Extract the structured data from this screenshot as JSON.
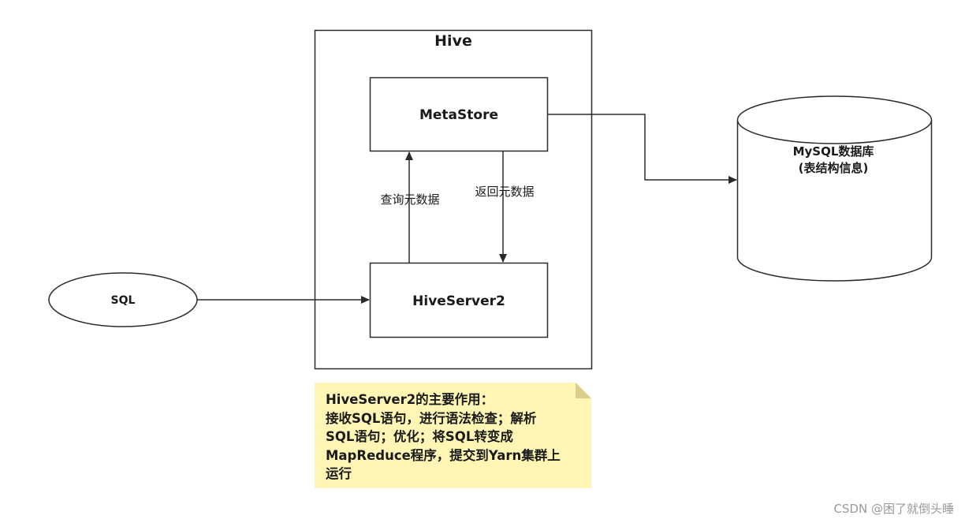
{
  "hive_box": {
    "title": "Hive"
  },
  "metastore": {
    "label": "MetaStore"
  },
  "hiveserver2": {
    "label": "HiveServer2"
  },
  "sql_input": {
    "label": "SQL"
  },
  "mysql_db": {
    "line1": "MySQL数据库",
    "line2": "(表结构信息)"
  },
  "edges": {
    "query_metadata": "查询元数据",
    "return_metadata": "返回元数据"
  },
  "note": {
    "lines": [
      "HiveServer2的主要作用：",
      "接收SQL语句，进行语法检查；解析",
      "SQL语句；优化；将SQL转变成",
      "MapReduce程序，提交到Yarn集群上",
      "运行"
    ]
  },
  "watermark": "CSDN @困了就倒头睡",
  "colors": {
    "stroke": "#2b2b2b",
    "note_fill": "#fff5b4",
    "watermark": "#9a9a9a"
  }
}
